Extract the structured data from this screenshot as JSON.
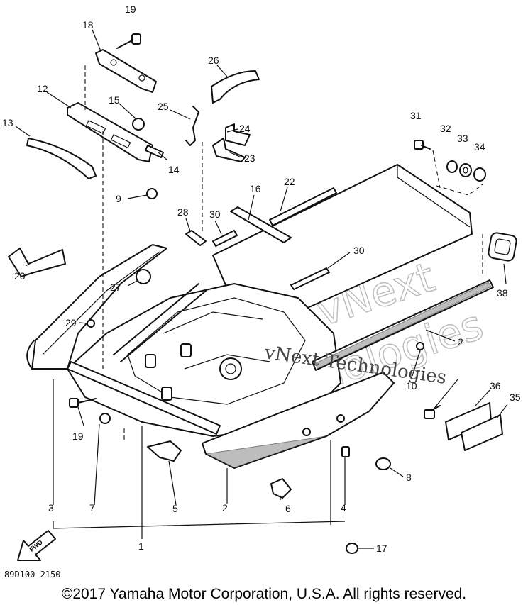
{
  "diagram": {
    "code": "89D100-2150",
    "copyright": "©2017 Yamaha Motor Corporation, U.S.A. All rights reserved.",
    "watermark": {
      "line1": "vNext Technologies",
      "outline_line1": "vNext",
      "outline_line2": "Technologies"
    },
    "direction_label": "FWD",
    "callouts": [
      "19",
      "18",
      "12",
      "15",
      "13",
      "25",
      "26",
      "24",
      "14",
      "23",
      "31",
      "32",
      "33",
      "34",
      "9",
      "16",
      "22",
      "28",
      "30",
      "20",
      "27",
      "30",
      "38",
      "29",
      "2",
      "10",
      "36",
      "35",
      "19",
      "7",
      "8",
      "5",
      "6",
      "3",
      "2",
      "4",
      "1",
      "17"
    ]
  }
}
